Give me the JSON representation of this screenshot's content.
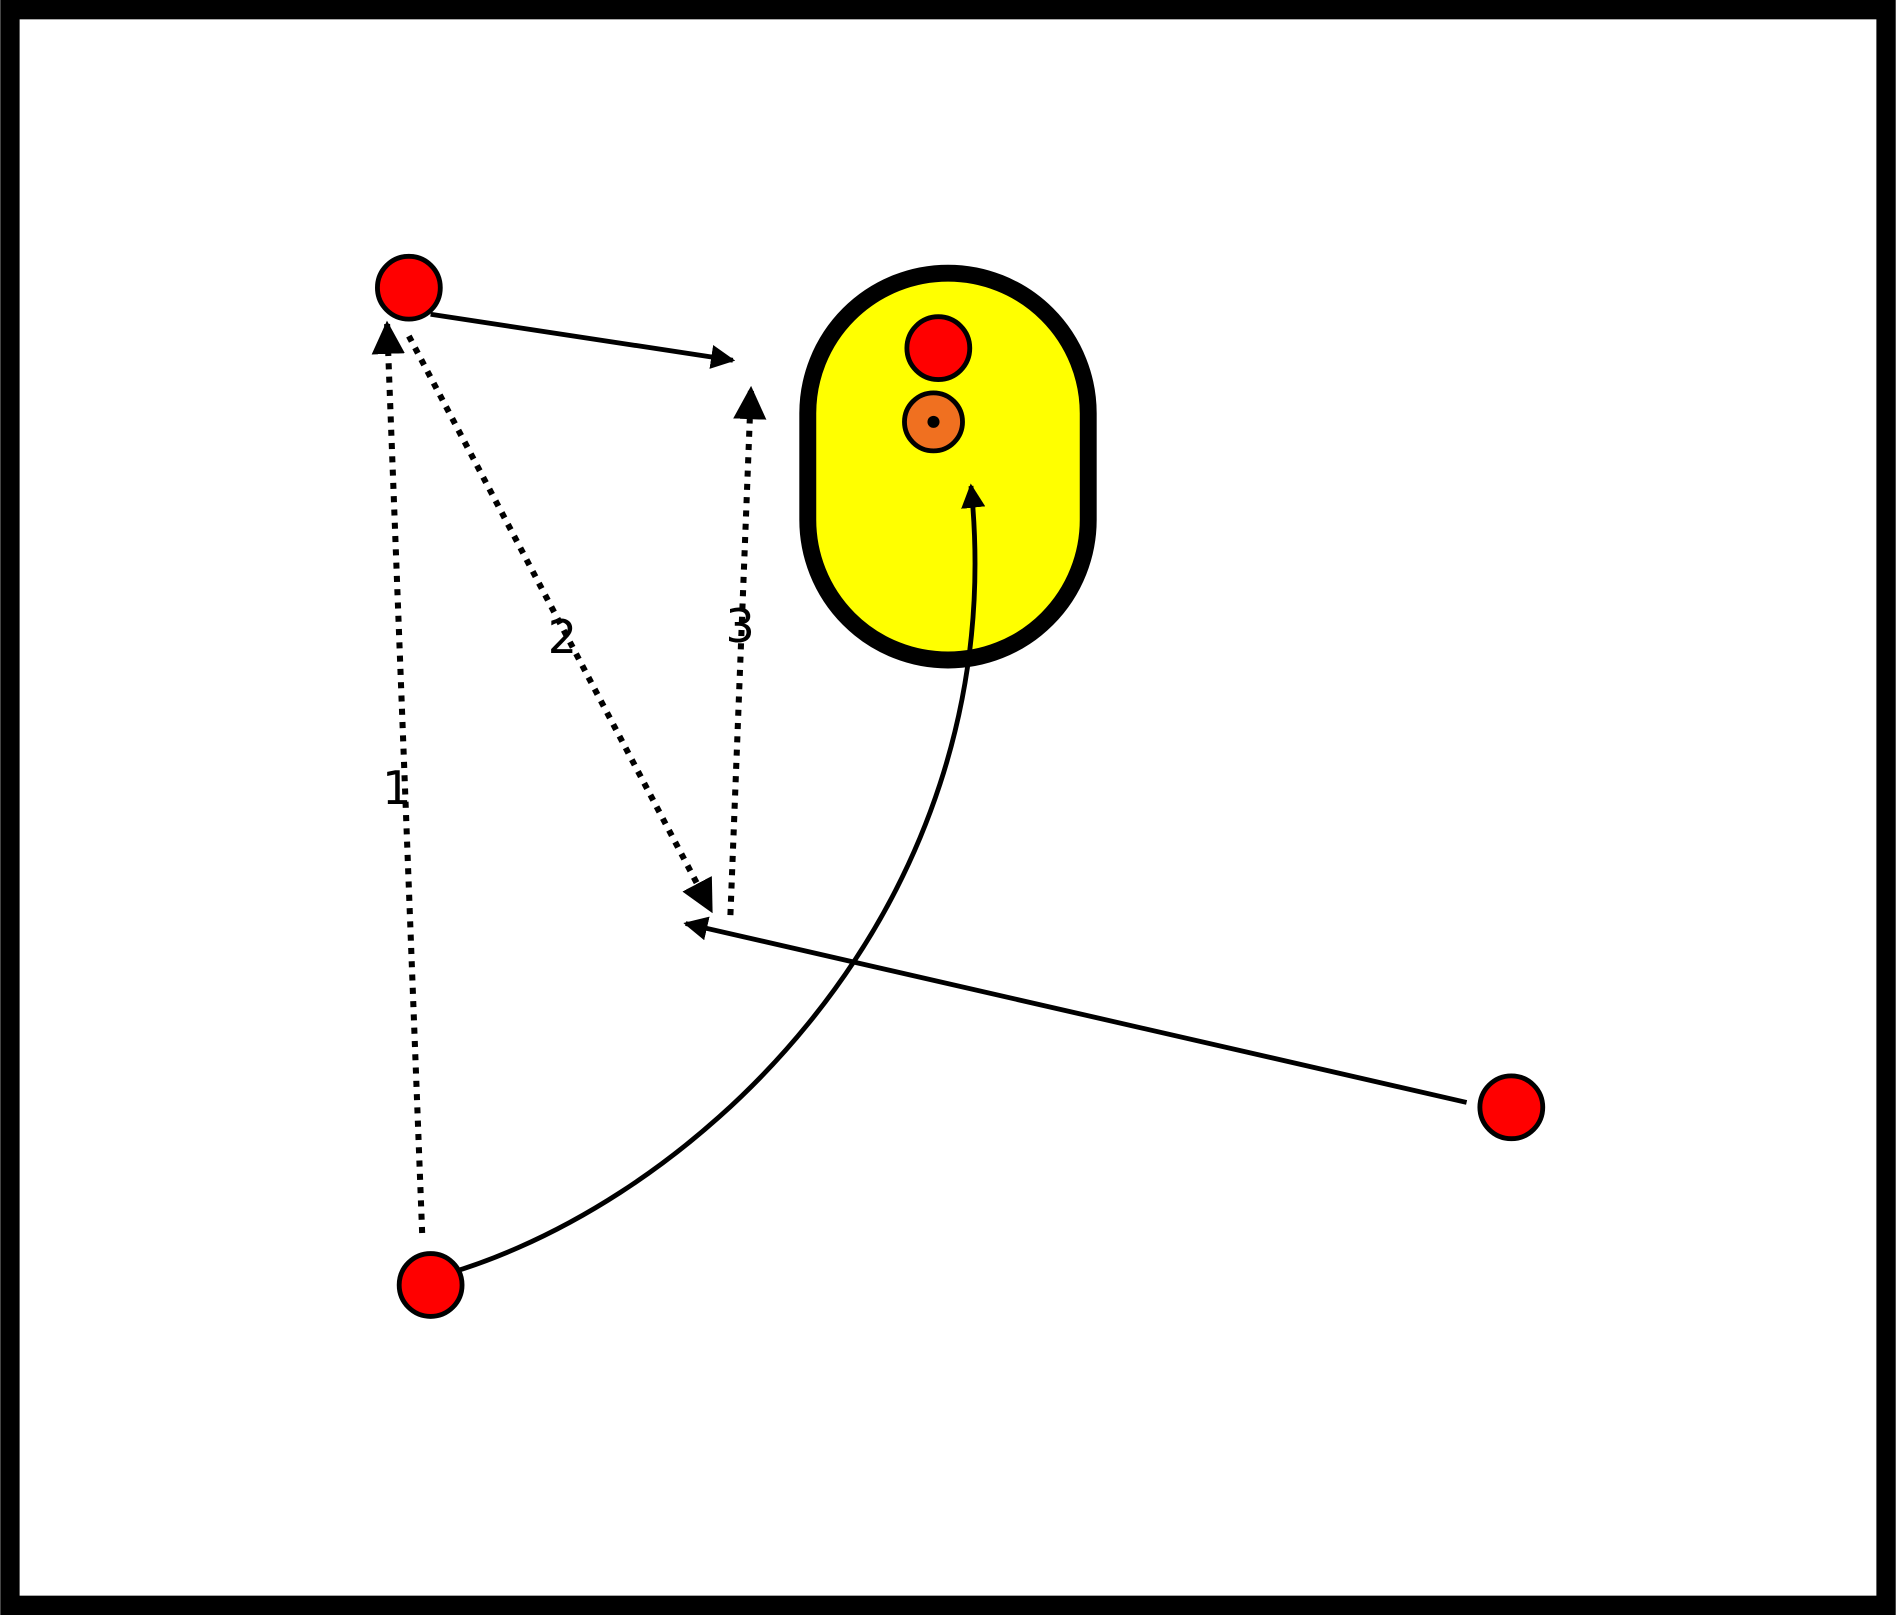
{
  "diagram": {
    "step_labels": [
      "1",
      "2",
      "3"
    ],
    "colors": {
      "player": "#ff0000",
      "ball_marker": "#f07020",
      "zone": "#ffff00",
      "outline": "#000000"
    }
  }
}
